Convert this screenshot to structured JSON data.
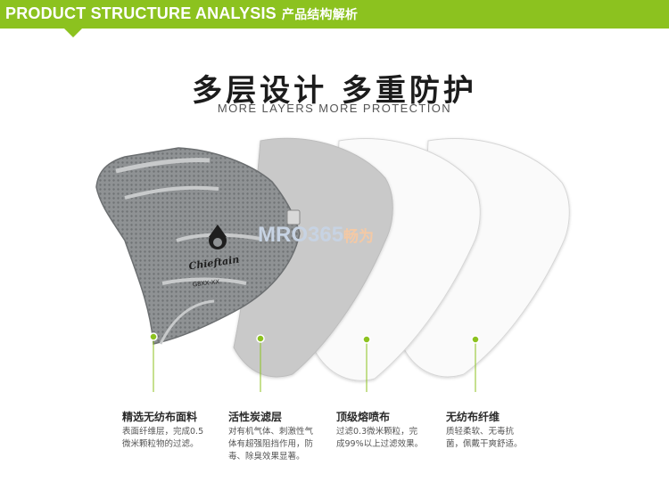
{
  "banner": {
    "title_en": "PRODUCT STRUCTURE ANALYSIS",
    "title_cn": "产品结构解析",
    "color": "#8cc21f"
  },
  "headline": "多层设计 多重防护",
  "subheadline": "MORE LAYERS MORE PROTECTION",
  "mask": {
    "brand": "Chieftain",
    "model": "G8XX-XX"
  },
  "watermark": {
    "text": "MRO365",
    "text_cn": "畅为"
  },
  "layers": [
    {
      "title": "精选无纺布面料",
      "lines": [
        "表面纤维层，完成0.5",
        "微米颗粒物的过滤。"
      ]
    },
    {
      "title": "活性炭滤层",
      "lines": [
        "对有机气体、刺激性气",
        "体有超强阻挡作用，防",
        "毒、除臭效果显著。"
      ]
    },
    {
      "title": "顶级熔喷布",
      "lines": [
        "过滤0.3微米颗粒，完",
        "成99%以上过滤效果。"
      ]
    },
    {
      "title": "无纺布纤维",
      "lines": [
        "质轻柔软、无毒抗",
        "菌，佩戴干爽舒适。"
      ]
    }
  ],
  "colors": {
    "accent_green": "#8cc21f",
    "carbon_layer": "#c9c9c9",
    "white_layer": "#fafafa",
    "mask_gray": "#8f9294"
  }
}
